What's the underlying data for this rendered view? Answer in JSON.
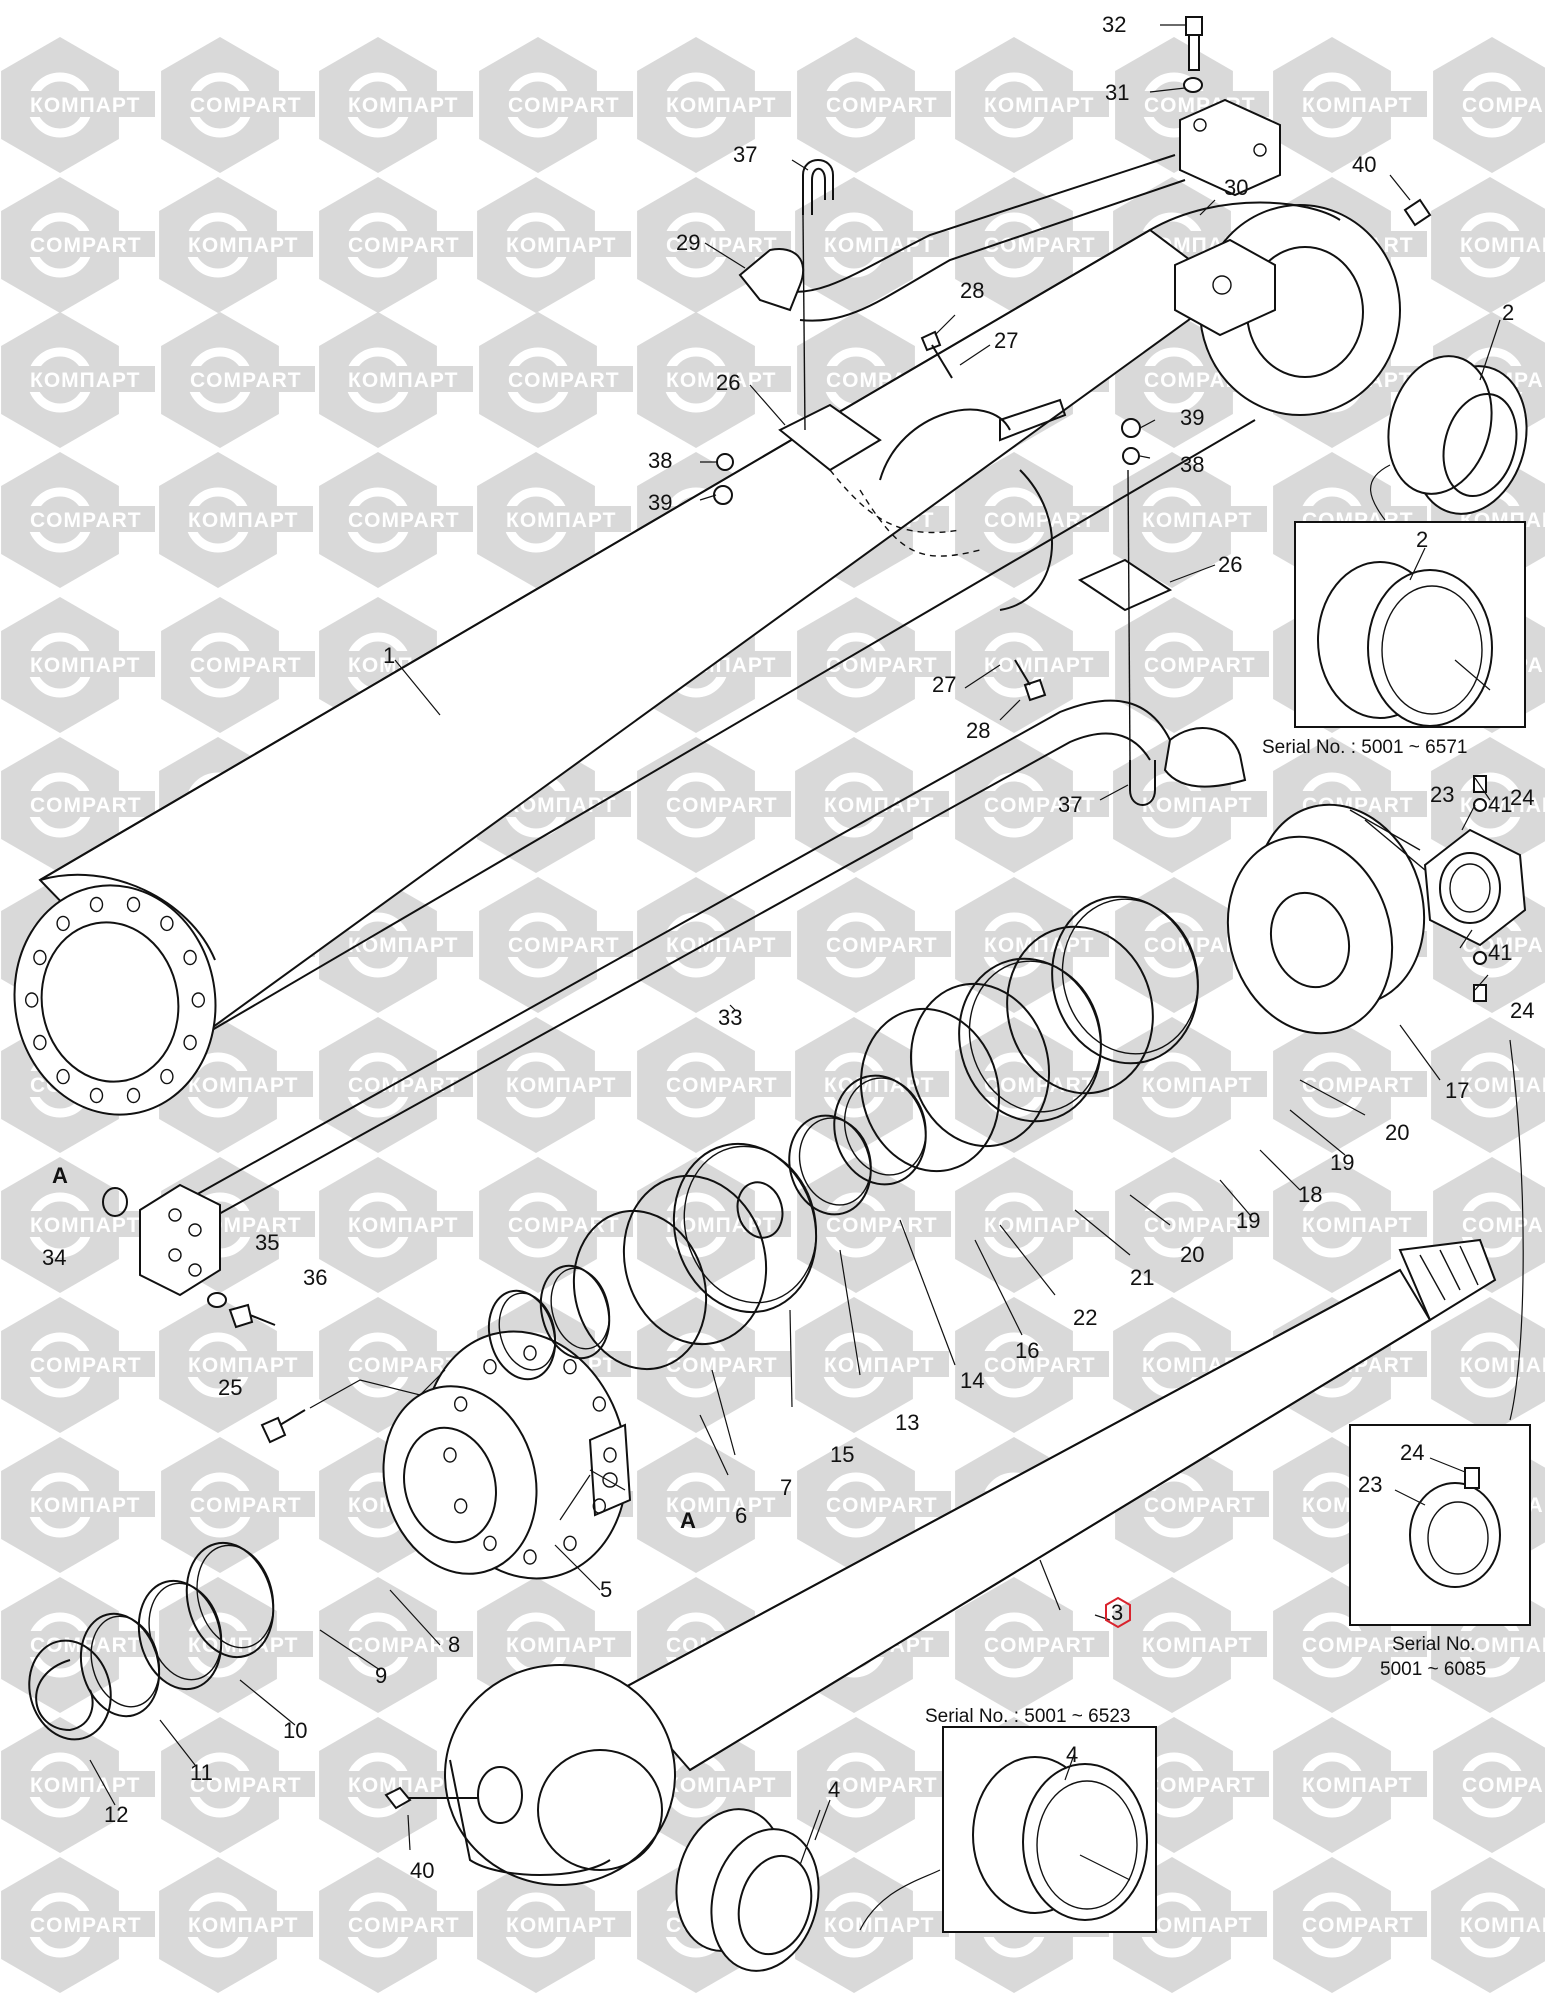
{
  "watermark": {
    "cyrillic": "КОМПАРТ",
    "latin": "COMPART",
    "color": "#d9d9d9"
  },
  "highlight_color": "#d9232d",
  "highlighted_part": "3",
  "detail_boxes": [
    {
      "id": "bushing-2",
      "serial": "Serial No. : 5001 ~ 6571",
      "part": "2"
    },
    {
      "id": "nut-23",
      "serial_line1": "Serial No.",
      "serial_line2": "5001 ~ 6085",
      "parts": [
        "24",
        "23"
      ]
    },
    {
      "id": "bushing-4",
      "serial": "Serial No. : 5001 ~ 6523",
      "part": "4"
    }
  ],
  "view_marker": "A",
  "labels": [
    "32",
    "31",
    "37",
    "40",
    "30",
    "29",
    "28",
    "27",
    "2",
    "26",
    "39",
    "38",
    "38",
    "39",
    "26",
    "2",
    "1",
    "27",
    "28",
    "37",
    "24",
    "23",
    "41",
    "41",
    "24",
    "33",
    "17",
    "20",
    "19",
    "18",
    "19",
    "20",
    "A",
    "34",
    "35",
    "36",
    "21",
    "22",
    "16",
    "14",
    "13",
    "15",
    "25",
    "7",
    "6",
    "A",
    "5",
    "8",
    "9",
    "10",
    "11",
    "12",
    "3",
    "24",
    "23",
    "4",
    "40",
    "4"
  ]
}
